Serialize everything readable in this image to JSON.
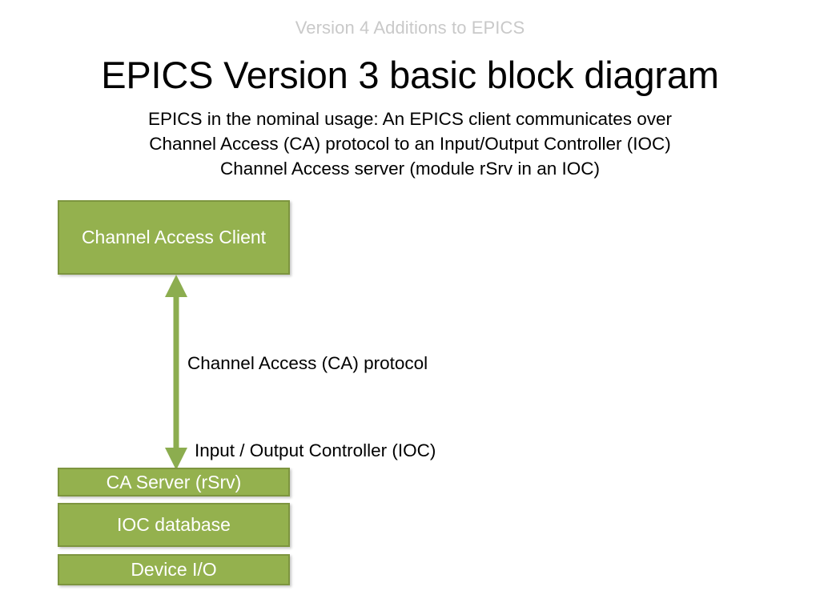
{
  "slide": {
    "header": "Version 4 Additions to EPICS",
    "title": "EPICS Version 3 basic block diagram",
    "subtitle_lines": [
      "EPICS in the nominal usage: An EPICS client communicates over",
      "Channel Access (CA) protocol to an Input/Output Controller (IOC)",
      "Channel Access server (module rSrv in an IOC)"
    ]
  },
  "diagram": {
    "blocks": [
      {
        "id": "ca-client",
        "label": "Channel Access Client"
      },
      {
        "id": "ca-server",
        "label": "CA Server (rSrv)"
      },
      {
        "id": "ioc-database",
        "label": "IOC database"
      },
      {
        "id": "device-io",
        "label": "Device I/O"
      }
    ],
    "labels": [
      {
        "id": "ca-protocol",
        "text": "Channel Access (CA) protocol"
      },
      {
        "id": "ioc",
        "text": "Input / Output Controller (IOC)"
      }
    ],
    "connector": {
      "name": "double-headed-vertical-arrow",
      "from": "Channel Access Client",
      "to": "CA Server (rSrv)",
      "describes": "Channel Access (CA) protocol"
    }
  },
  "colors": {
    "block_fill": "#94b14e",
    "block_border": "#7d953f",
    "block_text": "#ffffff",
    "arrow": "#8cad4f",
    "header_text": "#c9c9c9",
    "body_text": "#000000",
    "background": "#ffffff"
  }
}
